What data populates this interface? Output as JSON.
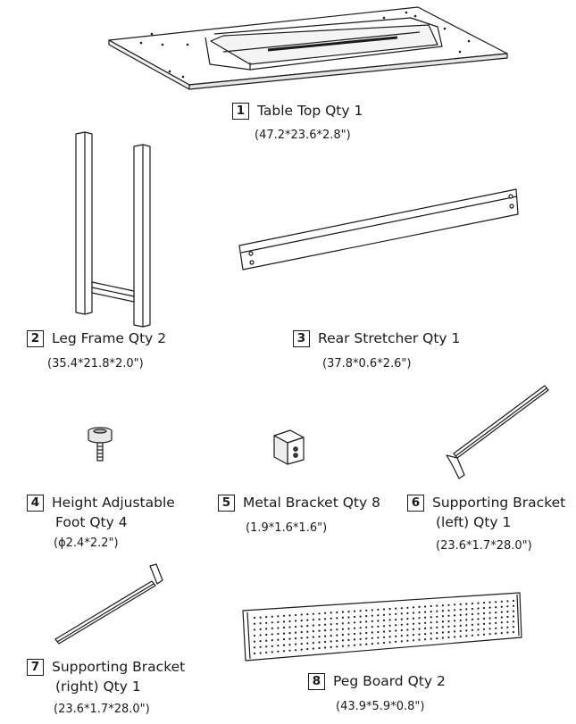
{
  "parts": [
    {
      "num": "1",
      "name": "Table Top Qty 1",
      "dims": "(47.2*23.6*2.8\")"
    },
    {
      "num": "2",
      "name": "Leg Frame Qty 2",
      "dims": "(35.4*21.8*2.0\")"
    },
    {
      "num": "3",
      "name": "Rear Stretcher Qty 1",
      "dims": "(37.8*0.6*2.6\")"
    },
    {
      "num": "4",
      "name": "Height Adjustable",
      "name2": "Foot Qty 4",
      "dims": "(ϕ2.4*2.2\")"
    },
    {
      "num": "5",
      "name": "Metal Bracket Qty 8",
      "dims": "(1.9*1.6*1.6\")"
    },
    {
      "num": "6",
      "name": "Supporting Bracket",
      "name2": "(left) Qty 1",
      "dims": "(23.6*1.7*28.0\")"
    },
    {
      "num": "7",
      "name": "Supporting Bracket",
      "name2": "(right) Qty 1",
      "dims": "(23.6*1.7*28.0\")"
    },
    {
      "num": "8",
      "name": "Peg Board Qty 2",
      "dims": "(43.9*5.9*0.8\")"
    }
  ],
  "colors": {
    "stroke": "#1a1a1a",
    "fill": "#ffffff",
    "shade": "#d9d9d9"
  }
}
